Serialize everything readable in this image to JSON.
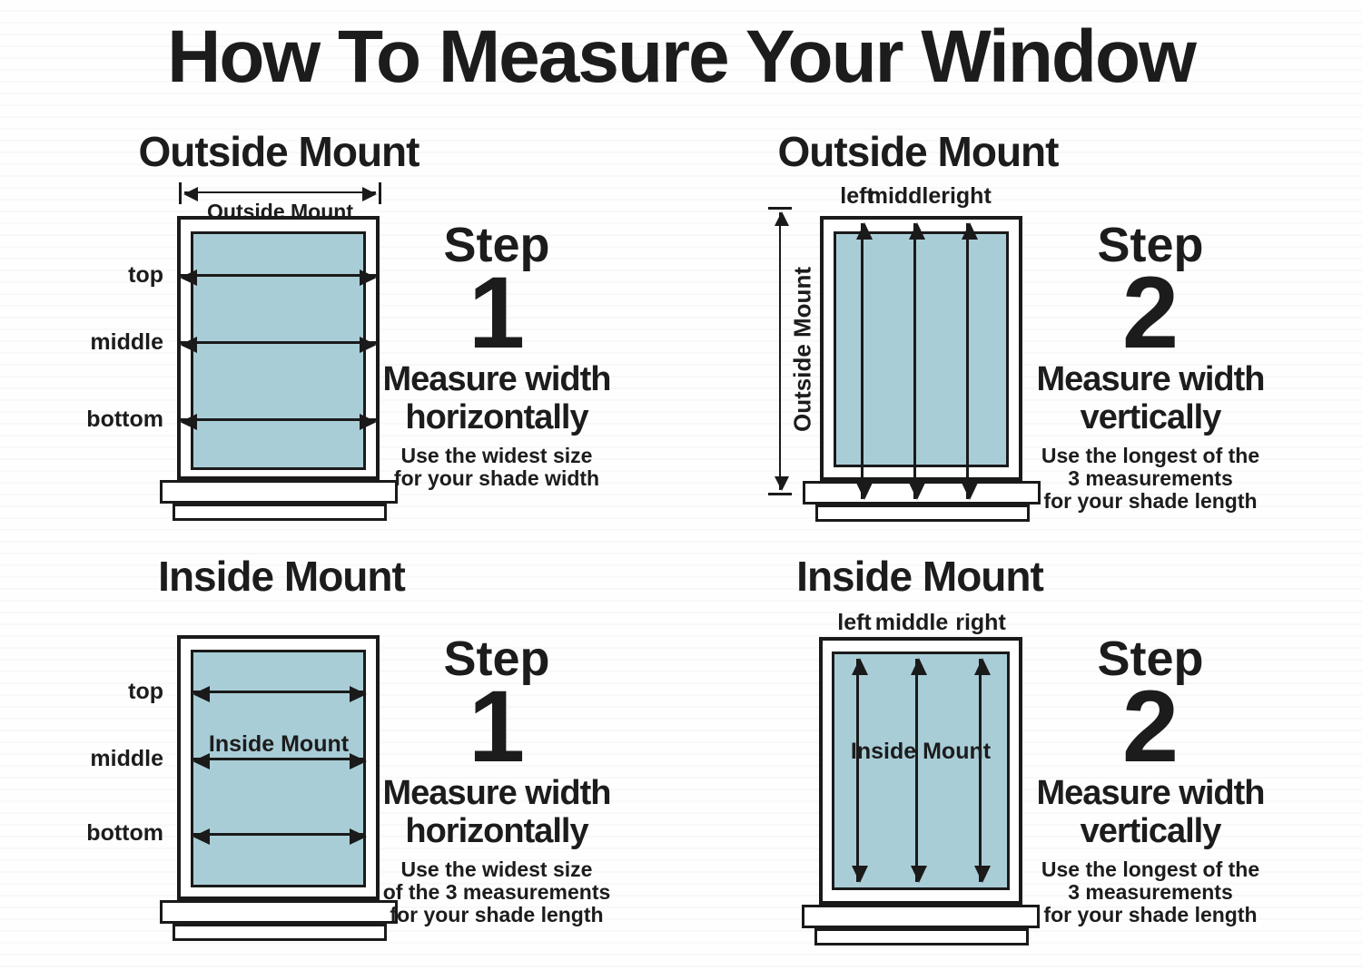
{
  "title": "How To Measure Your Window",
  "colors": {
    "pane_fill": "#a9cdd7",
    "line": "#1a1a1a",
    "text": "#1c1c1c",
    "background": "#fefefe"
  },
  "panels": [
    {
      "heading": "Outside Mount",
      "diagram": {
        "type": "window",
        "mount": "outside",
        "measure_direction": "horizontal",
        "dimension_label": "Outside Mount",
        "position_labels": [
          "top",
          "middle",
          "bottom"
        ],
        "arrow_count": 3
      },
      "step": {
        "label": "Step",
        "number": "1",
        "instruction": [
          "Measure width",
          "horizontally"
        ],
        "note": [
          "Use the widest size",
          "for your shade width"
        ]
      }
    },
    {
      "heading": "Outside Mount",
      "diagram": {
        "type": "window",
        "mount": "outside",
        "measure_direction": "vertical",
        "dimension_label": "Outside Mount",
        "position_labels": [
          "left",
          "middle",
          "right"
        ],
        "arrow_count": 3
      },
      "step": {
        "label": "Step",
        "number": "2",
        "instruction": [
          "Measure width",
          "vertically"
        ],
        "note": [
          "Use the longest of the",
          "3 measurements",
          "for your shade length"
        ]
      }
    },
    {
      "heading": "Inside Mount",
      "diagram": {
        "type": "window",
        "mount": "inside",
        "measure_direction": "horizontal",
        "pane_label": "Inside Mount",
        "position_labels": [
          "top",
          "middle",
          "bottom"
        ],
        "arrow_count": 3
      },
      "step": {
        "label": "Step",
        "number": "1",
        "instruction": [
          "Measure width",
          "horizontally"
        ],
        "note": [
          "Use the widest size",
          "of the 3 measurements",
          "for your shade length"
        ]
      }
    },
    {
      "heading": "Inside Mount",
      "diagram": {
        "type": "window",
        "mount": "inside",
        "measure_direction": "vertical",
        "pane_label": "Inside Mount",
        "position_labels": [
          "left",
          "middle",
          "right"
        ],
        "arrow_count": 3
      },
      "step": {
        "label": "Step",
        "number": "2",
        "instruction": [
          "Measure width",
          "vertically"
        ],
        "note": [
          "Use the longest of the",
          "3 measurements",
          "for your shade length"
        ]
      }
    }
  ]
}
